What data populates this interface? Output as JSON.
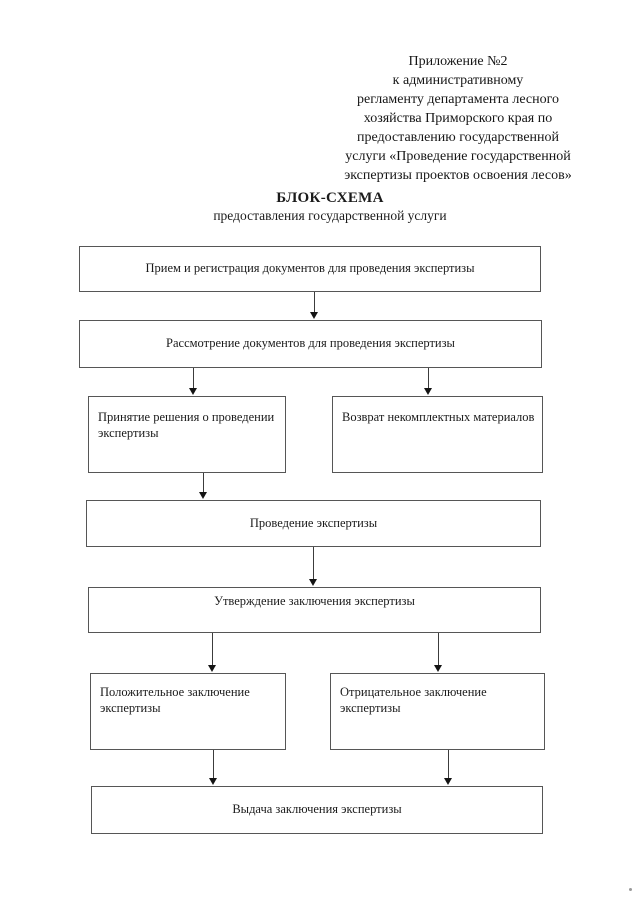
{
  "document": {
    "header_lines": [
      "Приложение №2",
      "к административному",
      "регламенту департамента лесного",
      "хозяйства Приморского края по",
      "предоставлению государственной",
      "услуги «Проведение государственной",
      "экспертизы проектов освоения лесов»"
    ],
    "title": "БЛОК-СХЕМА",
    "subtitle": "предоставления государственной услуги"
  },
  "flowchart": {
    "nodes": [
      {
        "id": "reception",
        "label": "Прием и регистрация документов для проведения экспертизы"
      },
      {
        "id": "review",
        "label": "Рассмотрение документов для проведения экспертизы"
      },
      {
        "id": "decision",
        "label": "Принятие решения о проведении экспертизы"
      },
      {
        "id": "return-materials",
        "label": "Возврат некомплектных материалов"
      },
      {
        "id": "examination",
        "label": "Проведение экспертизы"
      },
      {
        "id": "approval",
        "label": "Утверждение заключения экспертизы"
      },
      {
        "id": "positive-conclusion",
        "label": "Положительное заключение экспертизы"
      },
      {
        "id": "negative-conclusion",
        "label": "Отрицательное заключение экспертизы"
      },
      {
        "id": "issuance",
        "label": "Выдача заключения экспертизы"
      }
    ],
    "edges": [
      {
        "from": "reception",
        "to": "review"
      },
      {
        "from": "review",
        "to": "decision"
      },
      {
        "from": "review",
        "to": "return-materials"
      },
      {
        "from": "decision",
        "to": "examination"
      },
      {
        "from": "examination",
        "to": "approval"
      },
      {
        "from": "approval",
        "to": "positive-conclusion"
      },
      {
        "from": "approval",
        "to": "negative-conclusion"
      },
      {
        "from": "positive-conclusion",
        "to": "issuance"
      },
      {
        "from": "negative-conclusion",
        "to": "issuance"
      }
    ]
  },
  "colors": {
    "page_background": "#ffffff",
    "box_border": "#565656",
    "text": "#1b1b1b"
  }
}
